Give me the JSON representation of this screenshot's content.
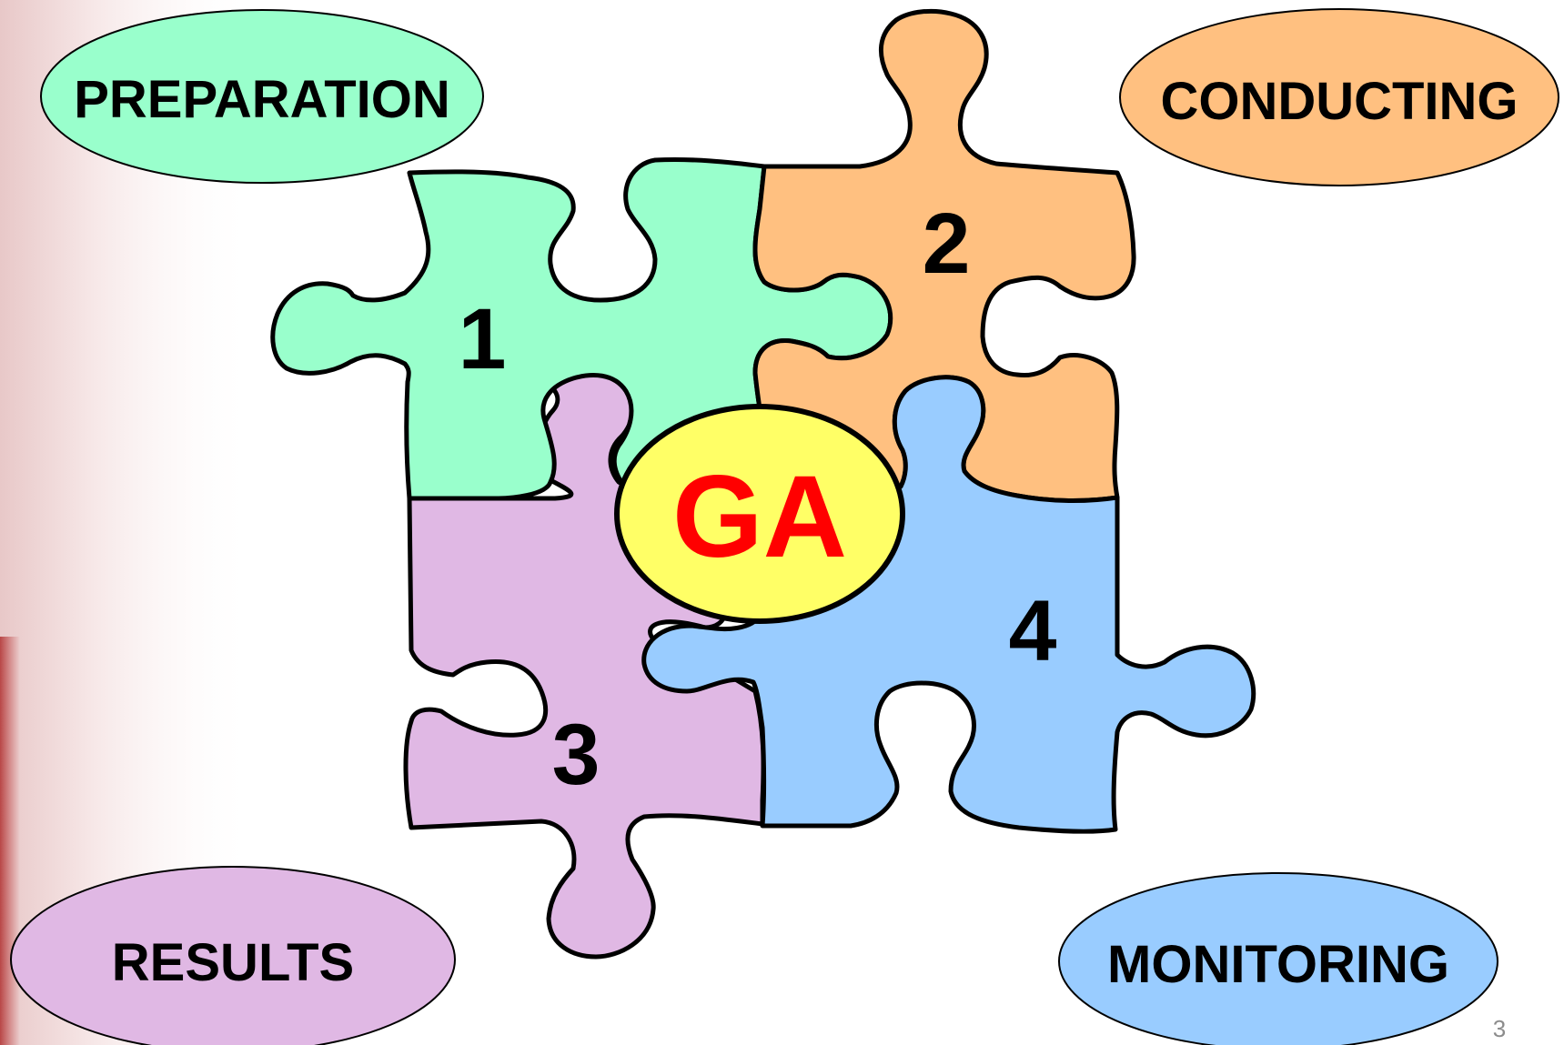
{
  "center": {
    "label": "GA",
    "fill": "#ffff66",
    "text_color": "#ff0000"
  },
  "pieces": [
    {
      "number": "1",
      "fill": "#99ffcc"
    },
    {
      "number": "2",
      "fill": "#ffc080"
    },
    {
      "number": "3",
      "fill": "#e0b8e4"
    },
    {
      "number": "4",
      "fill": "#99ccff"
    }
  ],
  "phases": [
    {
      "label": "PREPARATION",
      "fill": "#99ffcc"
    },
    {
      "label": "CONDUCTING",
      "fill": "#ffc080"
    },
    {
      "label": "RESULTS",
      "fill": "#e0b8e4"
    },
    {
      "label": "MONITORING",
      "fill": "#99ccff"
    }
  ],
  "slide_number": "3"
}
